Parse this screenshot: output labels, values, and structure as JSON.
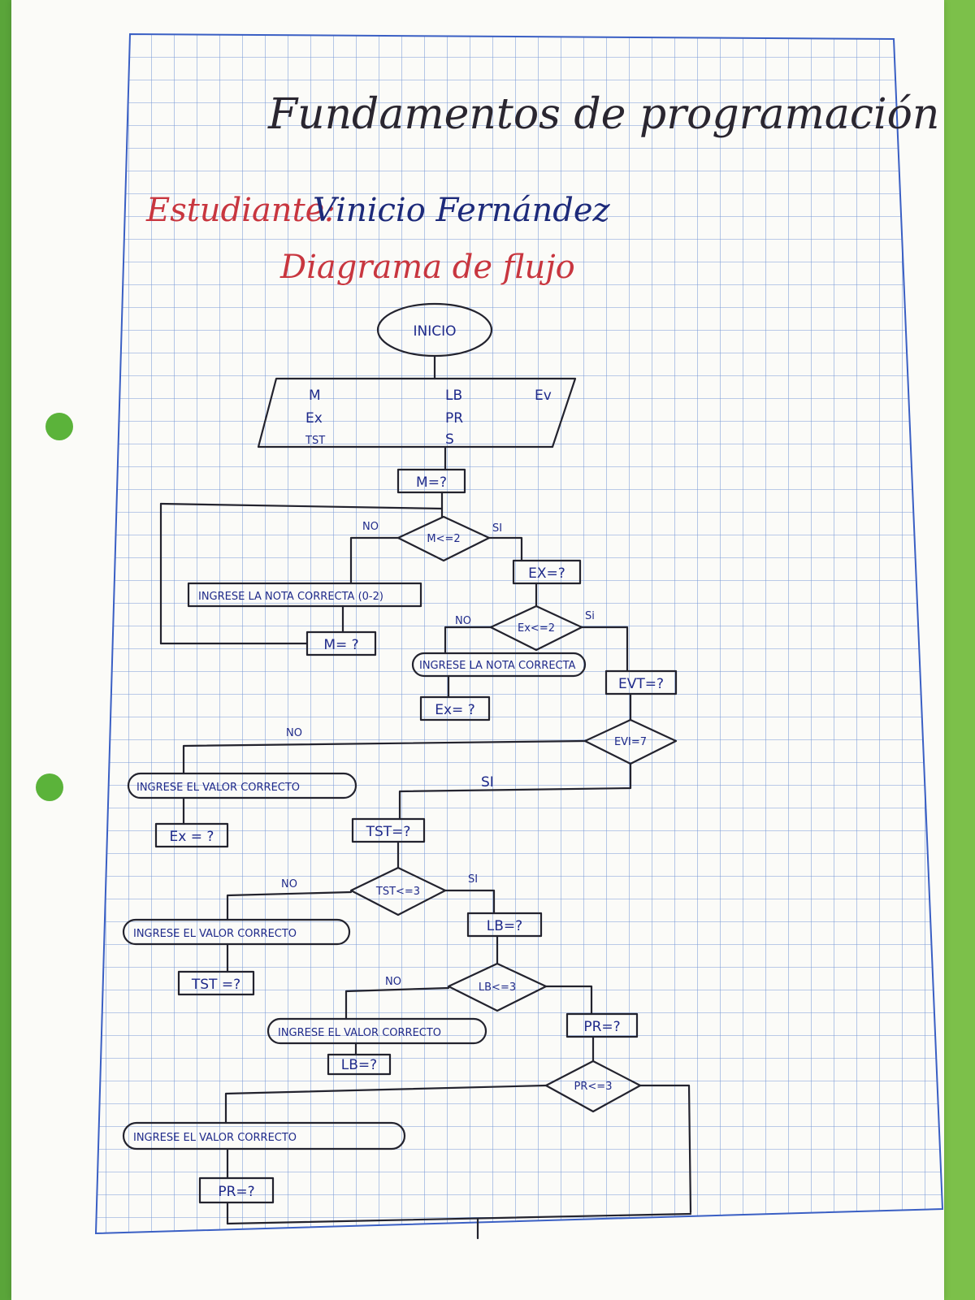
{
  "title": "Fundamentos de programación",
  "student_label": "Estudiante:",
  "student_name": "Vinicio Fernández",
  "subtitle": "Diagrama de flujo",
  "flow": {
    "start": "INICIO",
    "vars_left": [
      "M",
      "Ex",
      "TST"
    ],
    "vars_mid": [
      "LB",
      "PR",
      "S"
    ],
    "vars_right": [
      "Ev"
    ],
    "m_input": "M=?",
    "m_check": "M<=2",
    "m_error": "INGRESE LA NOTA CORRECTA (0-2)",
    "m_reinput": "M= ?",
    "ex_input": "EX=?",
    "ex_check": "Ex<=2",
    "ex_error": "INGRESE LA NOTA CORRECTA",
    "ex_reinput": "Ex= ?",
    "ev_input": "EVT=?",
    "ev_check": "EVI=7",
    "ev_error": "INGRESE EL VALOR CORRECTO",
    "ev_reinput": "Ex = ?",
    "tst_input": "TST=?",
    "tst_check": "TST<=3",
    "tst_error": "INGRESE EL VALOR CORRECTO",
    "tst_reinput": "TST =?",
    "lb_input": "LB=?",
    "lb_check": "LB<=3",
    "lb_error": "INGRESE EL VALOR CORRECTO",
    "lb_reinput": "LB=?",
    "pr_input": "PR=?",
    "pr_check": "PR<=3",
    "pr_error": "INGRESE EL VALOR CORRECTO",
    "pr_reinput": "PR=?",
    "no_label": "NO",
    "si_label": "SI",
    "si_label_alt": "Si"
  }
}
